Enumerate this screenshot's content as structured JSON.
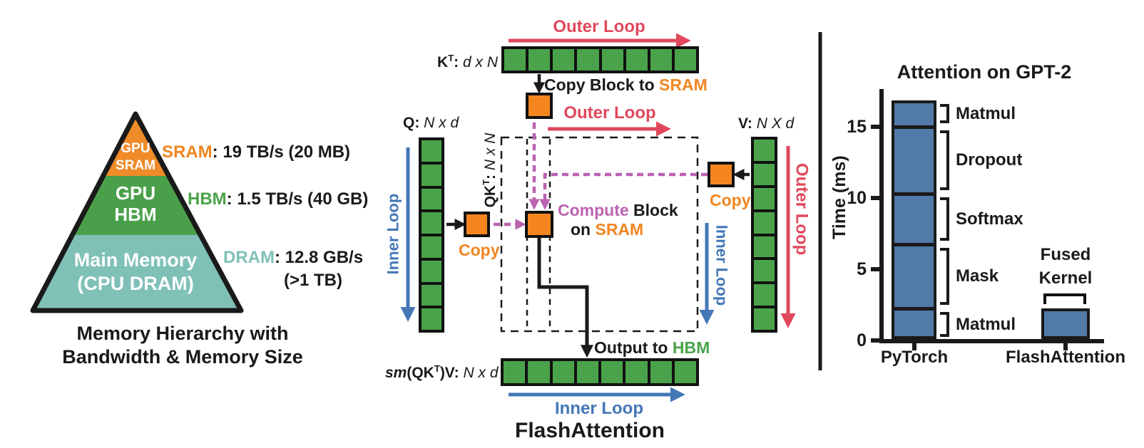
{
  "colors": {
    "green": "#4aa34a",
    "orange": "#f08621",
    "orange_fill": "#f5861f",
    "teal": "#7fc0b7",
    "red": "#e1485c",
    "blue": "#4377b7",
    "magenta": "#bb63b0",
    "bar_blue": "#527aa8",
    "ink": "#1a1a1a"
  },
  "pyramid": {
    "levels": [
      {
        "label_line1": "GPU",
        "label_line2": "SRAM"
      },
      {
        "label_line1": "GPU",
        "label_line2": "HBM"
      },
      {
        "label_line1": "Main Memory",
        "label_line2": "(CPU DRAM)"
      }
    ],
    "annotations": {
      "sram": {
        "term": "SRAM",
        "rest": ": 19 TB/s (20 MB)"
      },
      "hbm": {
        "term": "HBM",
        "rest": ": 1.5 TB/s (40 GB)"
      },
      "dram": {
        "term": "DRAM",
        "rest": ": 12.8 GB/s",
        "rest2": "(>1 TB)"
      }
    },
    "caption": {
      "line1": "Memory Hierarchy with",
      "line2": "Bandwidth & Memory Size"
    }
  },
  "diagram": {
    "title": "FlashAttention",
    "cell_count": 8,
    "labels": {
      "outer_loop": "Outer Loop",
      "inner_loop": "Inner Loop",
      "copy": "Copy",
      "copy_block": {
        "prefix": "Copy Block to ",
        "target": "SRAM"
      },
      "compute": {
        "word": "Compute",
        "rest": " Block",
        "line2_prefix": "on ",
        "target": "SRAM"
      },
      "output": {
        "prefix": "Output to ",
        "target": "HBM"
      }
    },
    "matrices": {
      "kt": {
        "name": "K",
        "sup": "T",
        "colon": ": ",
        "dims": "d x N"
      },
      "q": {
        "name": "Q",
        "colon": ": ",
        "dims": "N x d"
      },
      "v": {
        "name": "V",
        "colon": ": ",
        "dims": "N X d"
      },
      "qkt": {
        "name": "QK",
        "sup": "T",
        "colon": ": ",
        "dims": "N x N"
      },
      "out": {
        "sm": "sm",
        "open": "(QK",
        "sup": "T",
        "close": ")V",
        "colon": ": ",
        "dims": "N x d"
      }
    }
  },
  "chart_data": {
    "type": "bar",
    "title": "Attention on GPT-2",
    "ylabel": "Time (ms)",
    "yticks": [
      0,
      5,
      10,
      15
    ],
    "ylim": [
      0,
      17.5
    ],
    "grid": false,
    "categories": [
      "PyTorch",
      "FlashAttention"
    ],
    "pytorch_segments": [
      {
        "label": "Matmul",
        "from": 0,
        "to": 2.25
      },
      {
        "label": "Mask",
        "from": 2.25,
        "to": 6.75
      },
      {
        "label": "Softmax",
        "from": 6.75,
        "to": 10.3
      },
      {
        "label": "Dropout",
        "from": 10.3,
        "to": 15.0
      },
      {
        "label": "Matmul",
        "from": 15.0,
        "to": 16.85
      }
    ],
    "flashattention_bar": {
      "label_lines": [
        "Fused",
        "Kernel"
      ],
      "value": 2.25
    },
    "bar_color": "#527aa8"
  }
}
